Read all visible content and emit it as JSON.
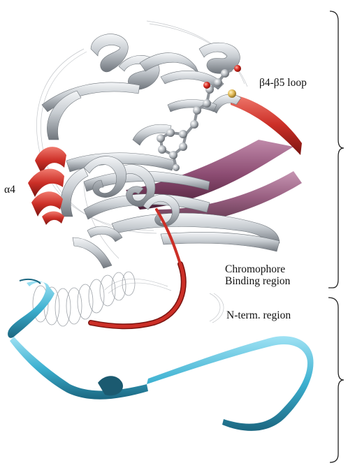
{
  "labels": {
    "loop": "β4-β5 loop",
    "alpha4": "α4",
    "chromophore_line1": "Chromophore",
    "chromophore_line2": "Binding region",
    "nterm": "N-term. region"
  },
  "colors": {
    "ribbon_gray": "#c9ced3",
    "ribbon_red": "#c9302a",
    "ribbon_purple": "#8a4a70",
    "ribbon_cyan": "#3fb0cf",
    "oxygen": "#d92b22",
    "sulfur": "#e2bb57",
    "bracket": "#222222"
  }
}
